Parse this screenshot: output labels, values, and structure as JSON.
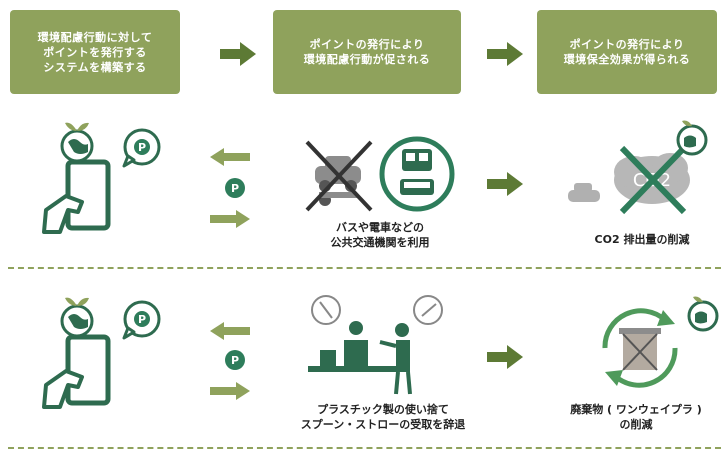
{
  "steps": [
    {
      "text": "環境配慮行動に対して\nポイントを発行する\nシステムを構築する"
    },
    {
      "text": "ポイントの発行により\n環境配慮行動が促される"
    },
    {
      "text": "ポイントの発行により\n環境保全効果が得られる"
    }
  ],
  "row1": {
    "point_label": "P",
    "action_label": "バスや電車などの\n公共交通機関を利用",
    "effect_label": "CO2 排出量の削減",
    "co2_text": "CO2"
  },
  "row2": {
    "point_label": "P",
    "action_label": "プラスチック製の使い捨て\nスプーン・ストローの受取を辞退",
    "effect_label": "廃棄物 ( ワンウェイプラ )\nの削減"
  },
  "colors": {
    "box_green": "#8fa25c",
    "dark_green": "#2e6b4f",
    "teal": "#2e7d5b",
    "gray": "#8c8c8c"
  },
  "icons": [
    "phone-hand-icon",
    "point-bubble-icon",
    "globe-sprout-icon",
    "car-crossed-icon",
    "train-icon",
    "bus-icon",
    "co2-cloud-crossed-icon",
    "counter-staff-icon",
    "recycle-trash-icon"
  ]
}
